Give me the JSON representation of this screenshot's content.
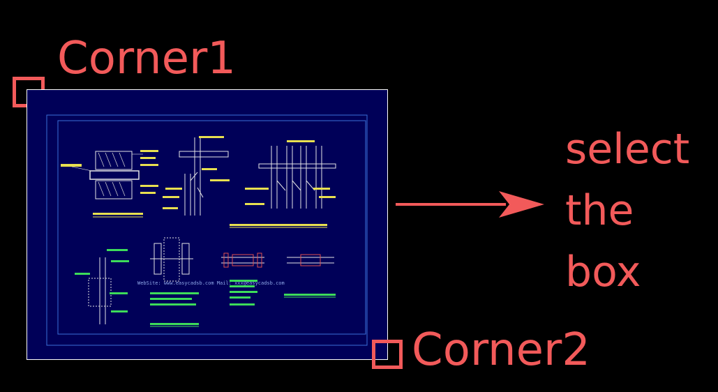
{
  "annotations": {
    "corner1": "Corner1",
    "corner2": "Corner2",
    "instruction": "select the box",
    "accent_color": "#f25a5a"
  },
  "drawing": {
    "background_color": "#000058",
    "watermark": "WebSite: www.easycadsb.com  Mail: xxx@easycadsb.com"
  }
}
